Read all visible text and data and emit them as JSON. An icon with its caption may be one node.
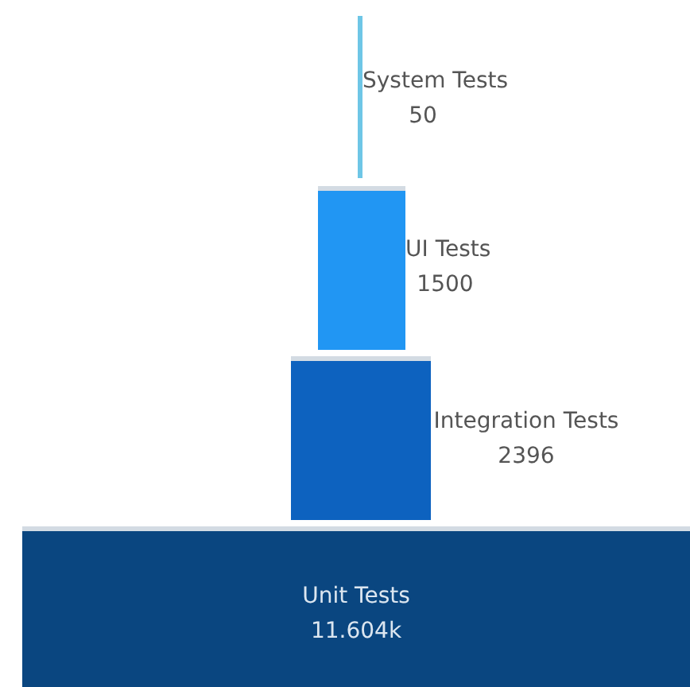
{
  "diagram": {
    "nodes": [
      {
        "text": [
          "System Tests",
          "50"
        ]
      },
      {
        "text": [
          "UI Tests",
          "1500"
        ]
      },
      {
        "text": [
          "Integration Tests",
          "2396"
        ]
      },
      {
        "text": [
          "Unit Tests",
          "11.604k"
        ]
      }
    ]
  }
}
